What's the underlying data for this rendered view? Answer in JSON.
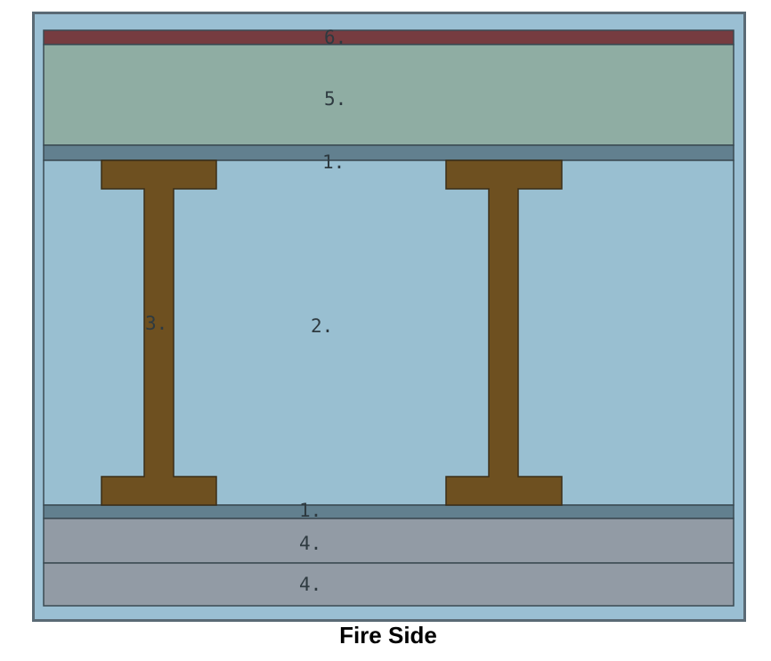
{
  "diagram": {
    "caption": "Fire Side",
    "layers": [
      {
        "id": "6",
        "label": "6.",
        "color": "#763c40"
      },
      {
        "id": "5",
        "label": "5.",
        "color": "#8fada3"
      },
      {
        "id": "1-top",
        "label": "1.",
        "color": "#62808f"
      },
      {
        "id": "2",
        "label": "2.",
        "color": "#99bfd1"
      },
      {
        "id": "1-bottom",
        "label": "1.",
        "color": "#62808f"
      },
      {
        "id": "4-a",
        "label": "4.",
        "color": "#929ba5"
      },
      {
        "id": "4-b",
        "label": "4.",
        "color": "#929ba5"
      }
    ],
    "beam": {
      "label": "3.",
      "color": "#6e5020"
    },
    "background_color": "#9abfd3"
  }
}
